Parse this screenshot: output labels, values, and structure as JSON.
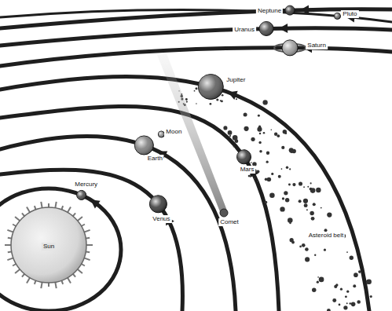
{
  "diagram": {
    "labels": [
      "Neptune",
      "Pluto",
      "Uranus",
      "Saturn",
      "Jupiter",
      "Earth",
      "Moon",
      "Mars",
      "Mercury",
      "Venus",
      "Sun",
      "Comet",
      "Asteroid belt"
    ]
  }
}
